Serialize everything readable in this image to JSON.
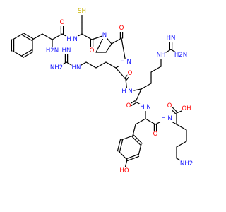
{
  "colors": {
    "carbon": "#000000",
    "nitrogen": "#1a1aff",
    "oxygen": "#ff0000",
    "sulfur": "#c8b400",
    "background": "#ffffff"
  },
  "atoms": [
    {
      "id": "sh",
      "text": "SH",
      "element": "S"
    },
    {
      "id": "h2n_phe",
      "text": "H2N",
      "element": "N"
    },
    {
      "id": "o_phe",
      "text": "O",
      "element": "O"
    },
    {
      "id": "nh_cys",
      "text": "H N",
      "element": "N"
    },
    {
      "id": "n_pro",
      "text": "N",
      "element": "N"
    },
    {
      "id": "o_cys",
      "text": "O",
      "element": "O"
    },
    {
      "id": "o_pro",
      "text": "O",
      "element": "O"
    },
    {
      "id": "nh_arg1",
      "text": "H N",
      "element": "N"
    },
    {
      "id": "nh_arg1_g",
      "text": "HN",
      "element": "N"
    },
    {
      "id": "hn_g1",
      "text": "HN",
      "element": "N"
    },
    {
      "id": "nh2_g1",
      "text": "NH2",
      "element": "N"
    },
    {
      "id": "nh_g1",
      "text": "NH",
      "element": "N"
    },
    {
      "id": "o_arg1",
      "text": "O",
      "element": "O"
    },
    {
      "id": "nh_arg2",
      "text": "H N",
      "element": "N"
    },
    {
      "id": "hn_g2",
      "text": "HN",
      "element": "N"
    },
    {
      "id": "h2n_g2",
      "text": "H2N",
      "element": "N"
    },
    {
      "id": "nh_g2",
      "text": "NH",
      "element": "N"
    },
    {
      "id": "o_arg2",
      "text": "O",
      "element": "O"
    },
    {
      "id": "hn_tyr",
      "text": "H N",
      "element": "N"
    },
    {
      "id": "o_tyr",
      "text": "O",
      "element": "O"
    },
    {
      "id": "nh_lys",
      "text": "H N",
      "element": "N"
    },
    {
      "id": "oh_acid",
      "text": "OH",
      "element": "O"
    },
    {
      "id": "o_acid",
      "text": "O",
      "element": "O"
    },
    {
      "id": "ho_tyr",
      "text": "HO",
      "element": "O"
    },
    {
      "id": "nh2_lys",
      "text": "NH2",
      "element": "N"
    }
  ]
}
